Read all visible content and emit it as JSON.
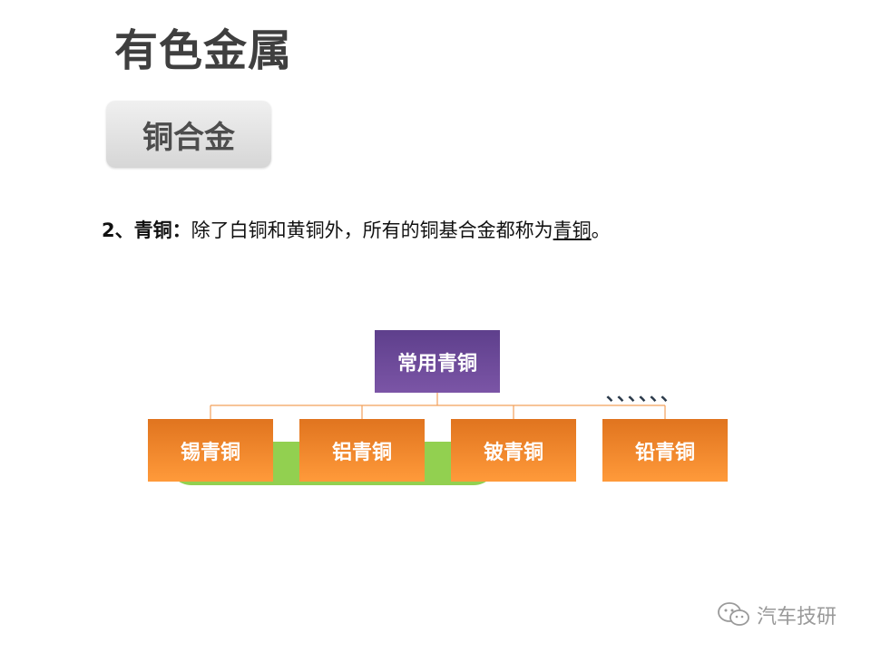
{
  "title": "有色金属",
  "subtitle": "铜合金",
  "description": {
    "prefix": "2、青铜：",
    "text": "除了白铜和黄铜外，所有的铜基合金都称为",
    "underlined": "青铜",
    "suffix": "。"
  },
  "diagram": {
    "root": "常用青铜",
    "children": [
      "锡青铜",
      "铝青铜",
      "铍青铜",
      "铅青铜"
    ],
    "ellipsis": "、、、、、、"
  },
  "colors": {
    "root": "#6b4a98",
    "child": "#f7892c",
    "highlight_bar": "#92d050",
    "connector": "#f2a05a"
  },
  "watermark": {
    "icon": "wechat-icon",
    "text": "汽车技研"
  }
}
